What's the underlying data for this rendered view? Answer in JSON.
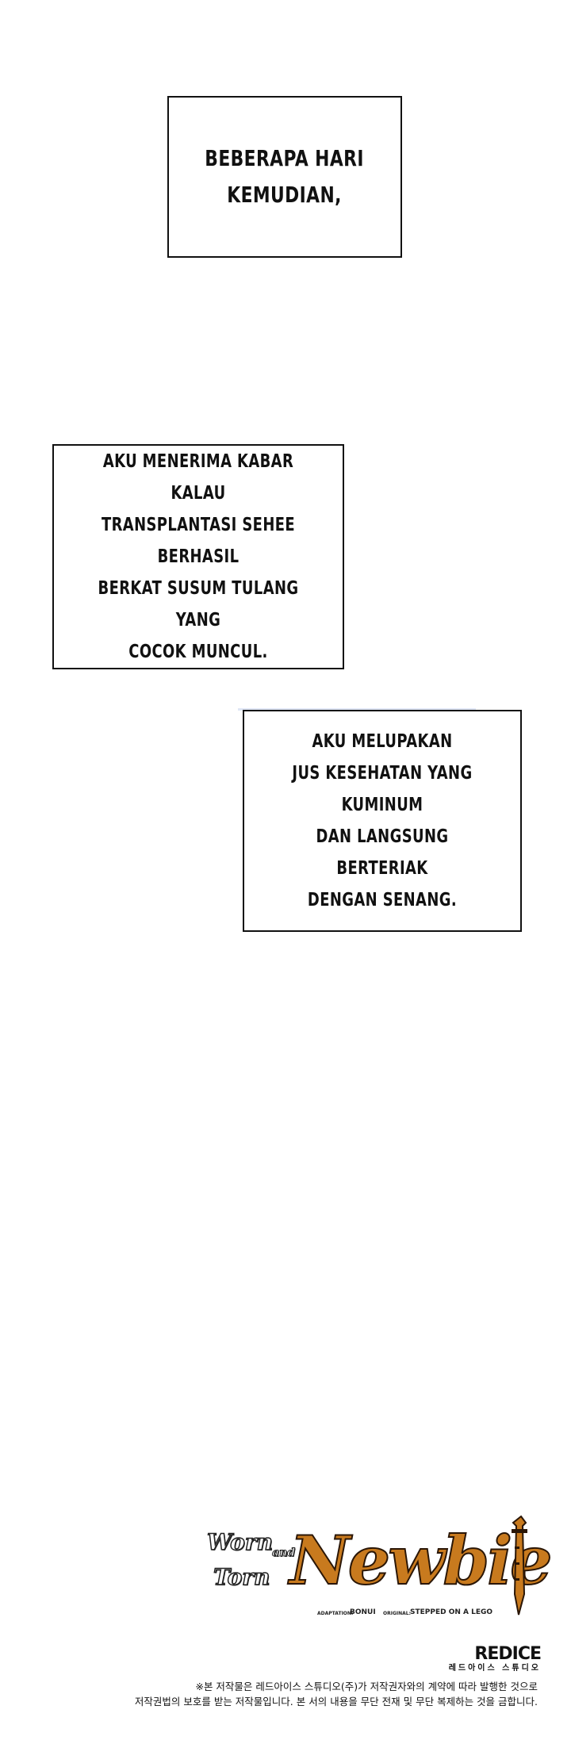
{
  "captions": [
    {
      "lines": [
        "BEBERAPA HARI",
        "KEMUDIAN,"
      ]
    },
    {
      "lines": [
        "AKU MENERIMA KABAR KALAU",
        "TRANSPLANTASI SEHEE BERHASIL",
        "BERKAT SUSUM TULANG YANG",
        "COCOK MUNCUL."
      ]
    },
    {
      "lines": [
        "AKU MELUPAKAN",
        "JUS KESEHATAN YANG KUMINUM",
        "DAN LANGSUNG BERTERIAK",
        "DENGAN SENANG."
      ]
    }
  ],
  "logo": {
    "worn": "Worn",
    "and": "and",
    "torn": "Torn",
    "newbie": "Newbie",
    "adaptation_label": "ADAPTATION:",
    "adaptation_value": "BONUI",
    "original_label": "ORIGINAL:",
    "original_value": "STEPPED ON A LEGO"
  },
  "studio": {
    "name": "REDICE",
    "subtitle": "레드아이스 스튜디오"
  },
  "notice": {
    "line1": "※본 저작물은 레드아이스 스튜디오(주)가 저작권자와의 계약에 따라 발행한 것으로",
    "line2": "저작권법의 보호를 받는 저작물입니다. 본 서의 내용을 무단 전재 및 무단 복제하는 것을 금합니다."
  },
  "colors": {
    "background": "#ffffff",
    "border": "#111111",
    "logo_gold": "#c87a1e"
  }
}
